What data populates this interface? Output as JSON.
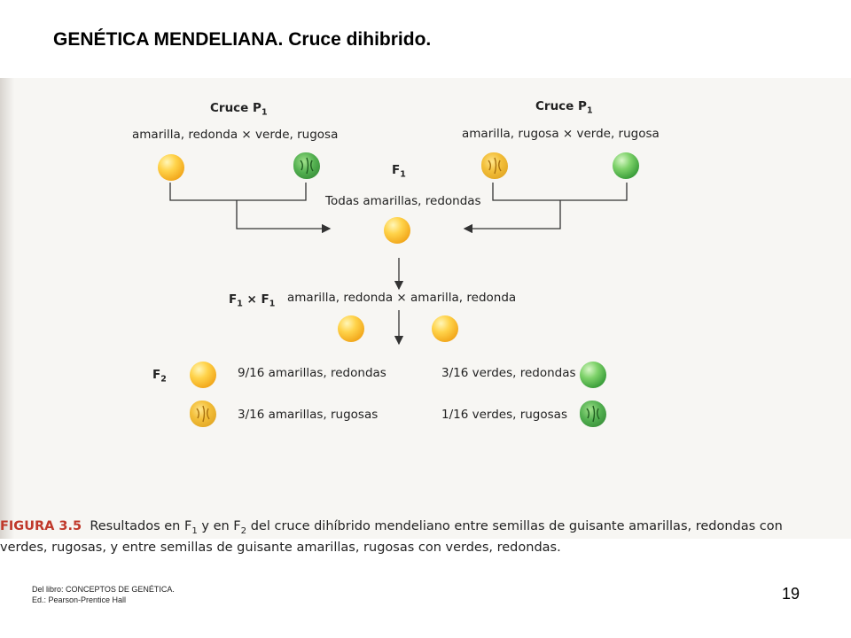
{
  "slide": {
    "title": "GENÉTICA MENDELIANA. Cruce dihibrido.",
    "page_number": "19",
    "source_line1": "Del libro: CONCEPTOS DE GENÉTICA.",
    "source_line2": "Ed.: Pearson-Prentice Hall"
  },
  "diagram": {
    "left_cross": {
      "title": "Cruce P",
      "title_sub": "1",
      "parents": "amarilla, redonda × verde, rugosa"
    },
    "right_cross": {
      "title": "Cruce P",
      "title_sub": "1",
      "parents": "amarilla, rugosa × verde, rugosa"
    },
    "f1": {
      "label": "F",
      "label_sub": "1",
      "result": "Todas amarillas, redondas"
    },
    "f1_cross": {
      "label": "F",
      "label_sub": "1",
      "times": "×",
      "label2": "F",
      "label2_sub": "1",
      "parents": "amarilla, redonda × amarilla, redonda"
    },
    "f2": {
      "label": "F",
      "label_sub": "2",
      "r1c1": "9/16 amarillas, redondas",
      "r1c2": "3/16 verdes, redondas",
      "r2c1": "3/16 amarillas, rugosas",
      "r2c2": "1/16 verdes, rugosas"
    },
    "colors": {
      "yellow_pea": "#f2a81c",
      "green_pea": "#3b9e3a",
      "figure_number": "#c0392b"
    },
    "caption": {
      "figure_number": "FIGURA 3.5",
      "text_a": "Resultados en F",
      "sub_a": "1",
      "text_b": " y en F",
      "sub_b": "2",
      "text_c": " del cruce dihíbrido mendeliano entre semillas de guisante amarillas, redondas con verdes, rugosas, y entre semillas de guisante amarillas, rugosas con verdes, redondas."
    }
  }
}
